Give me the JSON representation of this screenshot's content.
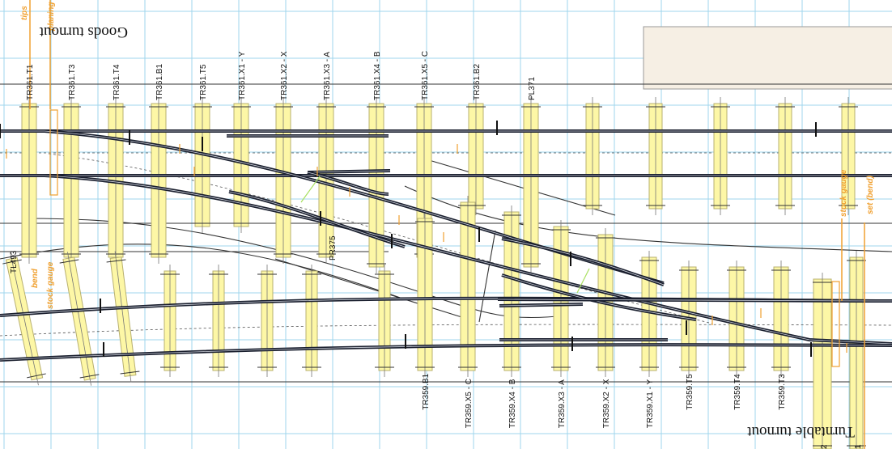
{
  "titles": {
    "goods": "Goods turnout",
    "turntable": "Turntable turnout"
  },
  "top_timbers": [
    "TR361.T1",
    "TR361.T3",
    "TR361.T4",
    "TR361.B1",
    "TR361.T5",
    "TR361.X1 - Y",
    "TR361.X2 - X",
    "TR361.X3 - A",
    "TR361.X4 - B",
    "TR361.X5 - C",
    "TR361.B2",
    "PL371"
  ],
  "bottom_timbers": [
    "TR359.B1",
    "TR359.X5 - C",
    "TR359.X4 - B",
    "TR359.X3 - A",
    "TR359.X2 - X",
    "TR359.X1 - Y",
    "TR359.T5",
    "TR359.T4",
    "TR359.T3"
  ],
  "misc_labels": {
    "pr375": "PR375",
    "tl493": "TL493",
    "edge_1": "1",
    "edge_2": "2"
  },
  "markers": {
    "tips": "tips",
    "planing": "planing",
    "bend": "bend",
    "stock_gauge_left": "stock gauge",
    "stock_gauge_right": "stock gauge",
    "set_bend": "set (bend)"
  },
  "colors": {
    "grid": "#9fd6ec",
    "timber_fill": "#fdf7a6",
    "timber_stroke": "#b8b070",
    "rail": "#1a1f2e",
    "guide": "#444444",
    "marker": "#f0a030",
    "check": "#a8e060",
    "panel": "#f6efe4"
  }
}
